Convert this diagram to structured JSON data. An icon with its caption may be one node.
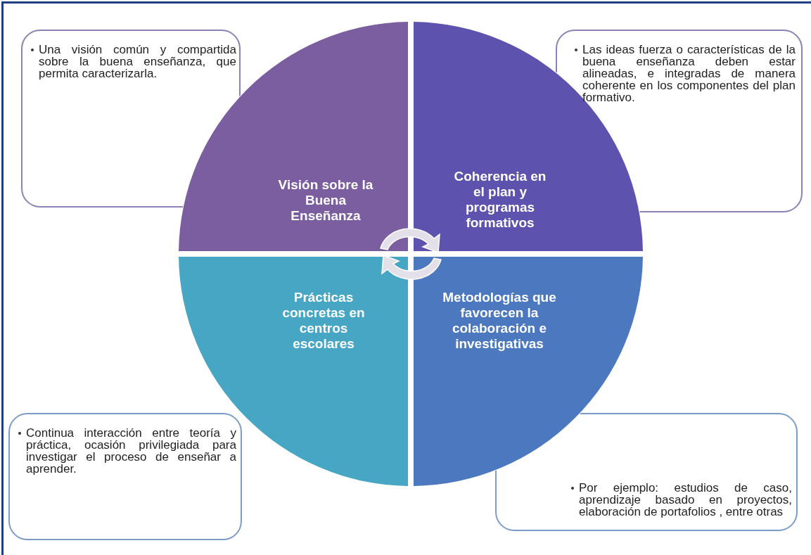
{
  "diagram": {
    "nodes": [
      {
        "text": [
          "Visión sobre la Buena Enseñanza"
        ]
      },
      {
        "text": [
          "Coherencia en el plan y programas formativos"
        ]
      },
      {
        "text": [
          "Prácticas concretas en centros escolares"
        ]
      },
      {
        "text": [
          "Metodologías que favorecen la colaboración e investigativas"
        ]
      },
      {
        "text": [
          "Una visión común y compartida sobre la buena enseñanza, que permita caracterizarla."
        ]
      },
      {
        "text": [
          "Las ideas fuerza o características de la buena enseñanza deben estar alineadas, e integradas de manera coherente en los componentes del plan formativo."
        ]
      },
      {
        "text": [
          "Continua interacción entre teoría y práctica, ocasión privilegiada para investigar el proceso de enseñar a aprender."
        ]
      },
      {
        "text": [
          "Por ejemplo: estudios de caso, aprendizaje basado en proyectos, elaboración de portafolios , entre otras"
        ]
      }
    ],
    "edges": []
  }
}
